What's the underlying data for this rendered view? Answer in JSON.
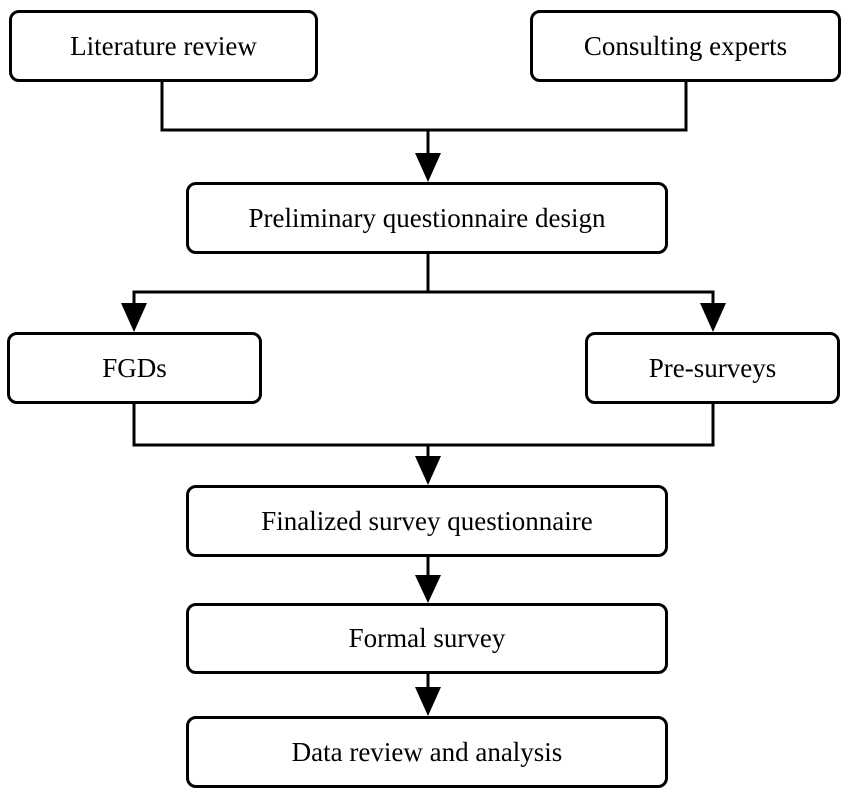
{
  "diagram": {
    "nodes": {
      "literature_review": "Literature review",
      "consulting_experts": "Consulting experts",
      "preliminary_design": "Preliminary questionnaire design",
      "fgds": "FGDs",
      "pre_surveys": "Pre-surveys",
      "finalized_questionnaire": "Finalized survey questionnaire",
      "formal_survey": "Formal survey",
      "data_review": "Data review and analysis"
    },
    "edges": [
      {
        "from": "literature_review",
        "to": "preliminary_design"
      },
      {
        "from": "consulting_experts",
        "to": "preliminary_design"
      },
      {
        "from": "preliminary_design",
        "to": "fgds"
      },
      {
        "from": "preliminary_design",
        "to": "pre_surveys"
      },
      {
        "from": "fgds",
        "to": "finalized_questionnaire"
      },
      {
        "from": "pre_surveys",
        "to": "finalized_questionnaire"
      },
      {
        "from": "finalized_questionnaire",
        "to": "formal_survey"
      },
      {
        "from": "formal_survey",
        "to": "data_review"
      }
    ],
    "line_color": "#000000"
  }
}
